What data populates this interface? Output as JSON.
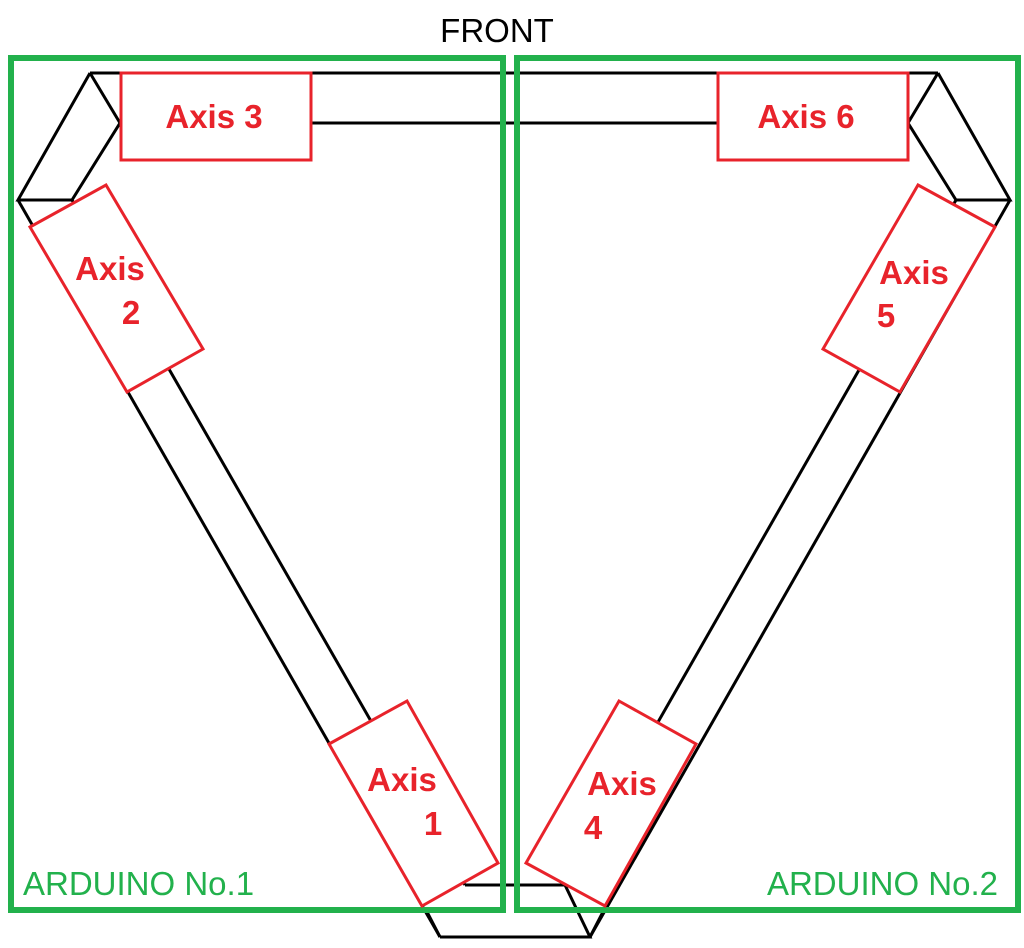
{
  "title": "FRONT",
  "zones": [
    {
      "id": "zone-1",
      "label": "ARDUINO No.1"
    },
    {
      "id": "zone-2",
      "label": "ARDUINO No.2"
    }
  ],
  "axes": [
    {
      "id": "axis-1",
      "line1": "Axis",
      "line2": "1"
    },
    {
      "id": "axis-2",
      "line1": "Axis",
      "line2": "2"
    },
    {
      "id": "axis-3",
      "line1": "Axis 3"
    },
    {
      "id": "axis-4",
      "line1": "Axis",
      "line2": "4"
    },
    {
      "id": "axis-5",
      "line1": "Axis",
      "line2": "5"
    },
    {
      "id": "axis-6",
      "line1": "Axis 6"
    }
  ],
  "colors": {
    "axis": "#e8232b",
    "zone": "#22b14c",
    "frame": "#000000"
  }
}
